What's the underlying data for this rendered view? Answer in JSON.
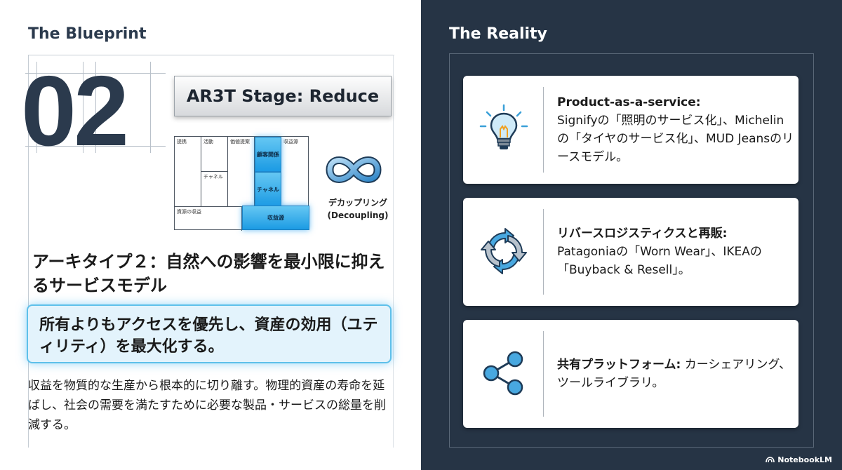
{
  "left": {
    "title": "The Blueprint",
    "number": "02",
    "stage_label": "AR3T Stage: Reduce",
    "canvas": {
      "cells": [
        "提携",
        "活動",
        "価値提案",
        "顧客関係",
        "収益源",
        "チャネル",
        "資源の収益"
      ],
      "highlights": [
        "顧客関係",
        "チャネル",
        "収益源"
      ]
    },
    "decoupling_label": "デカップリング",
    "decoupling_en": "(Decoupling)",
    "archetype_title": "アーキタイプ２：自然への影響を最小限に抑えるサービスモデル",
    "highlight_text": "所有よりもアクセスを優先し、資産の効用（ユティリティ）を最大化する。",
    "body_text": "収益を物質的な生産から根本的に切り離す。物理的資産の寿命を延ばし、社会の需要を満たすために必要な製品・サービスの総量を削減する。"
  },
  "right": {
    "title": "The Reality",
    "cards": [
      {
        "icon": "lightbulb-icon",
        "heading": "Product-as-a-service:",
        "text": "Signifyの「照明のサービス化」、Michelinの「タイヤのサービス化」、MUD Jeansのリースモデル。"
      },
      {
        "icon": "recycle-arrows-icon",
        "heading": "リバースロジスティクスと再販:",
        "text": "Patagoniaの「Worn Wear」、IKEAの「Buyback & Resell」。"
      },
      {
        "icon": "share-network-icon",
        "heading": "共有プラットフォーム:",
        "text": "カーシェアリング、ツールライブラリ。"
      }
    ]
  },
  "brand": "NotebookLM",
  "colors": {
    "dark_bg": "#263445",
    "accent_blue": "#1c9be3",
    "highlight_bg": "#e3f3fc"
  }
}
